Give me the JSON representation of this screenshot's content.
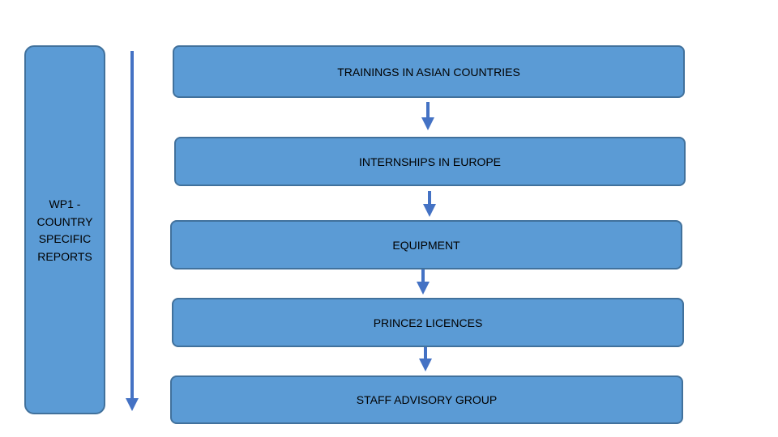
{
  "side_panel": {
    "label": "WP1 -\nCOUNTRY\nSPECIFIC\nREPORTS"
  },
  "steps": [
    {
      "label": "TRAININGS IN ASIAN COUNTRIES"
    },
    {
      "label": "INTERNSHIPS IN EUROPE"
    },
    {
      "label": "EQUIPMENT"
    },
    {
      "label": "PRINCE2 LICENCES"
    },
    {
      "label": "STAFF ADVISORY GROUP"
    }
  ],
  "colors": {
    "box_fill": "#5b9bd5",
    "box_border": "#41719c",
    "arrow": "#4472c4"
  }
}
